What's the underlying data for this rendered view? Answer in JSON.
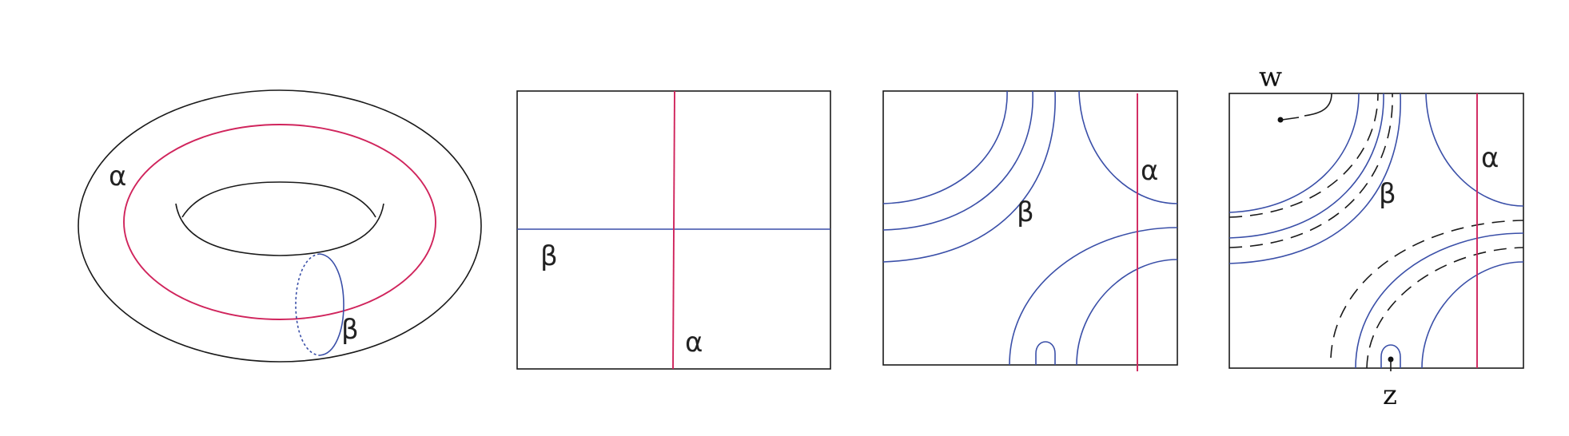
{
  "colors": {
    "alpha_curve": "#d0245c",
    "beta_curve": "#3a4fa8",
    "outline": "#1a1a1a"
  },
  "panels": {
    "torus": {
      "alpha": "α",
      "beta": "β"
    },
    "square": {
      "alpha": "α",
      "beta": "β"
    },
    "twisted": {
      "alpha": "α",
      "beta": "β"
    },
    "pointed": {
      "alpha": "α",
      "beta": "β",
      "w": "w",
      "z": "z"
    }
  }
}
